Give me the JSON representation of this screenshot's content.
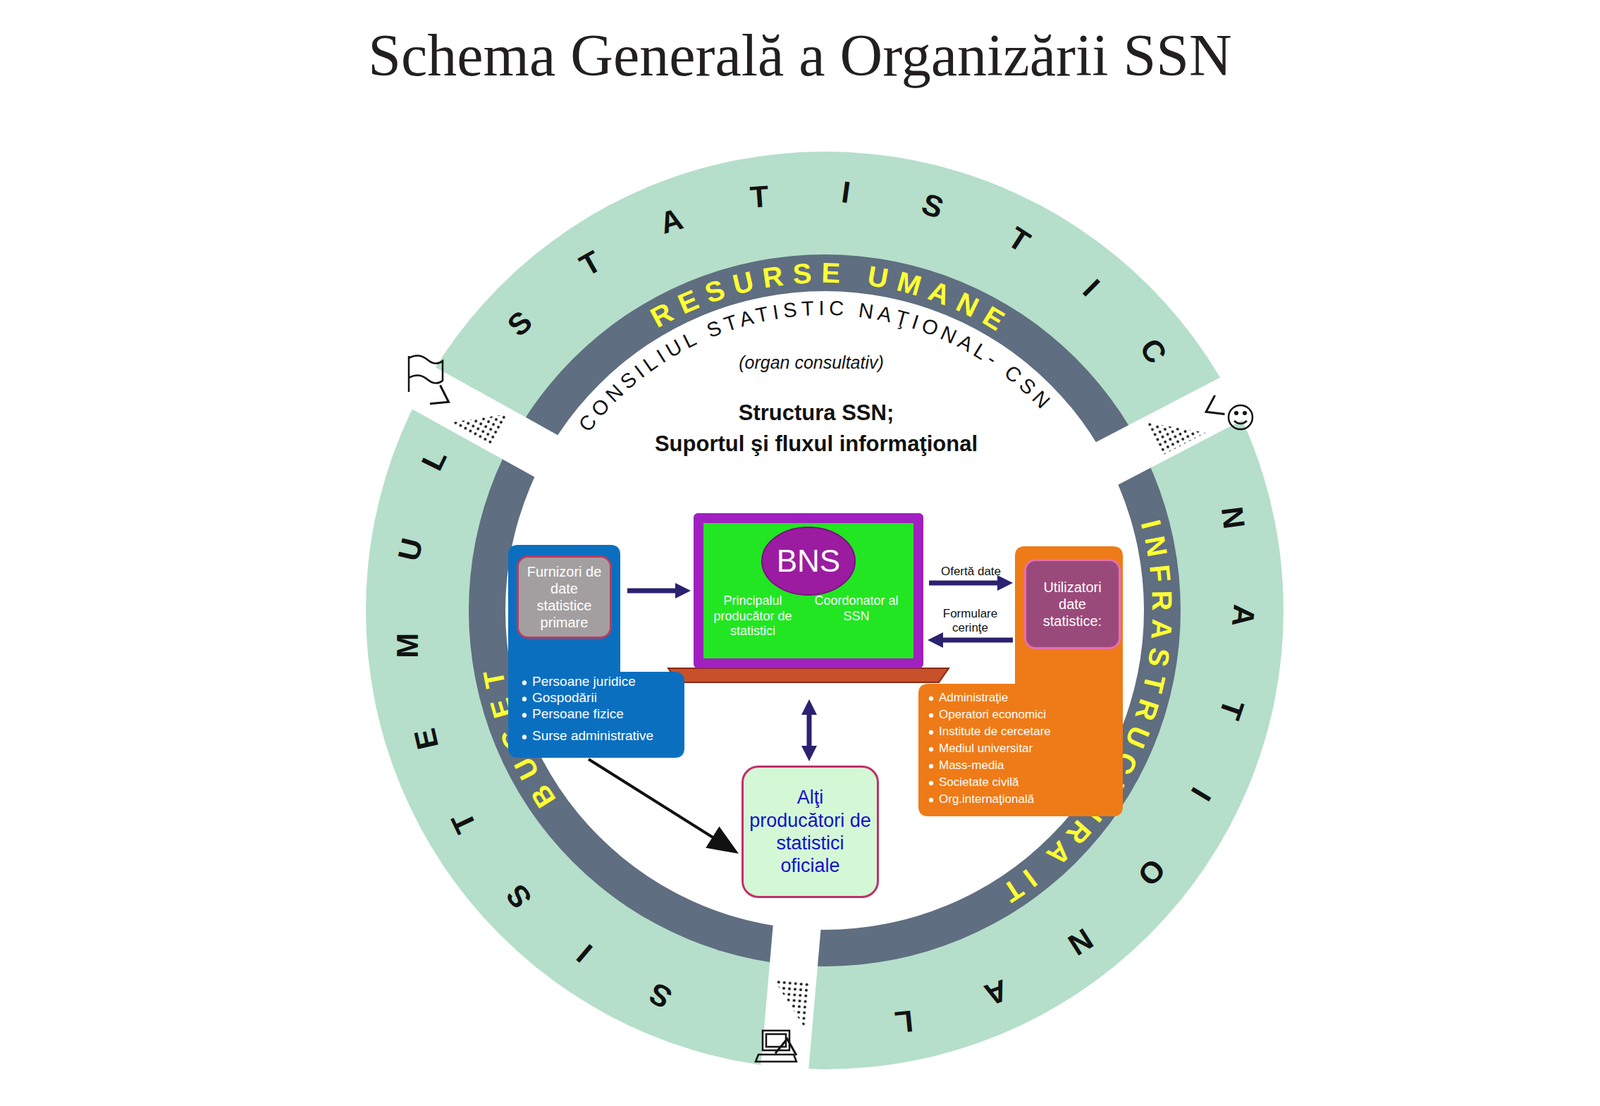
{
  "diagram": {
    "title": "Schema Generală a Organizării SSN",
    "nodes": [
      {
        "text": [
          "Persoane juridice",
          "Gospodării",
          "Persoane fizice",
          "Surse administrative"
        ]
      },
      {
        "text": [
          "Furnizori de date statistice primare"
        ],
        "in": 0
      },
      {
        "text": [
          "Principalul producător de statistici",
          "Coordonator al SSN"
        ]
      },
      {
        "text": [
          "BNS"
        ],
        "in": 2
      },
      {
        "text": [
          "Administraţie",
          "Operatori economici",
          "Institute de cercetare",
          "Mediul universitar",
          "Mass-media",
          "Societate civilă",
          "Org.internaţională"
        ]
      },
      {
        "text": [
          "Utilizatori date statistice:"
        ],
        "in": 4
      },
      {
        "text": [
          "Alţi producători de statistici oficiale"
        ]
      }
    ],
    "edges": [
      {
        "from": 1,
        "to": 2,
        "arrow": "to"
      },
      {
        "from": 2,
        "to": 5,
        "label": "Ofertă date",
        "arrow": "to"
      },
      {
        "from": 5,
        "to": 2,
        "label": "Formulare cerinţe",
        "arrow": "to"
      },
      {
        "from": 2,
        "to": 6,
        "arrow": "both"
      },
      {
        "from": 0,
        "to": 6,
        "arrow": "to"
      }
    ],
    "labels": [
      "SISTEMUL",
      "STATISTIC",
      "NATIONAL",
      "RESURSE UMANE",
      "INFRASTRUCTURA IT",
      "BUGET",
      "CONSILIUL STATISTIC NAŢIONAL- CSN",
      "(organ consultativ)",
      "Structura SSN;",
      "Suportul şi fluxul informaţional"
    ]
  }
}
